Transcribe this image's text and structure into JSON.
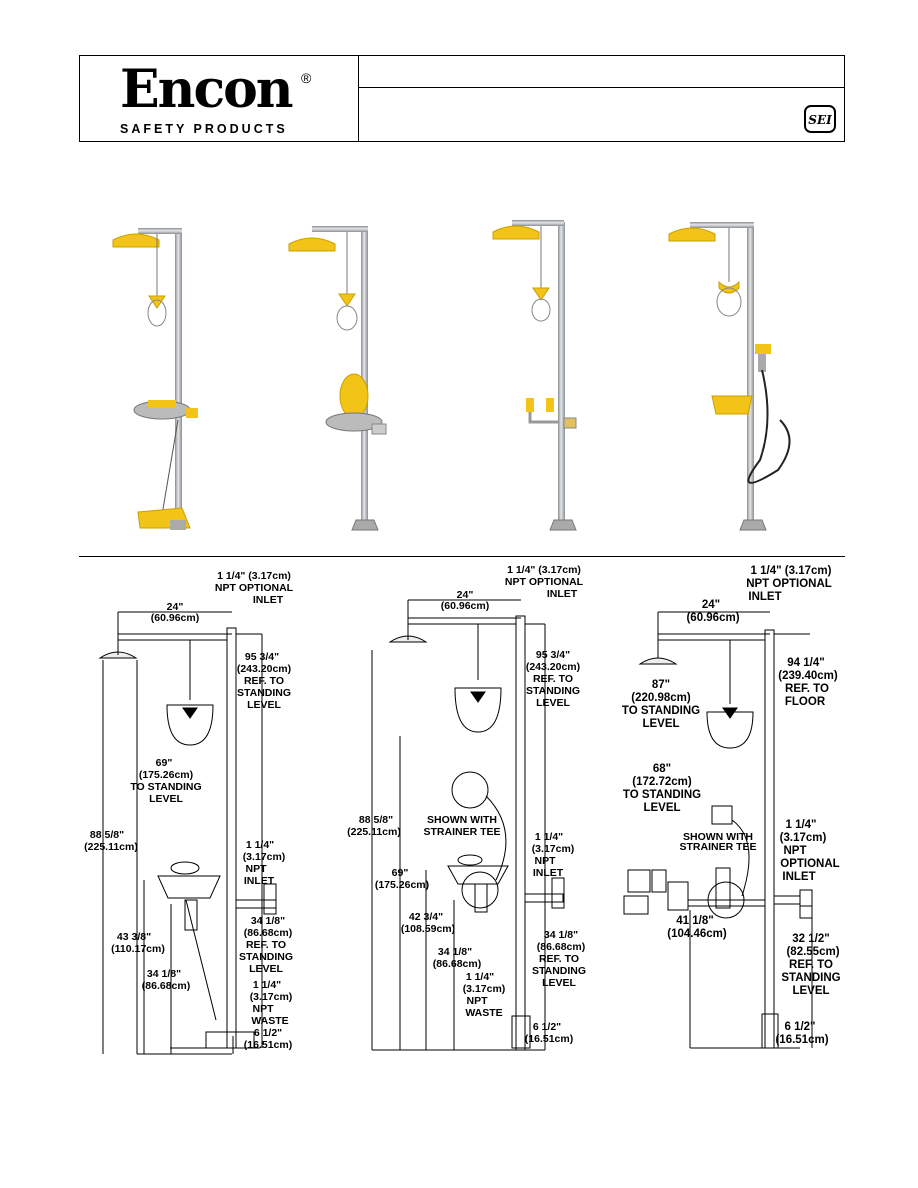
{
  "header": {
    "brand": "Encon",
    "registered": "®",
    "tagline": "SAFETY PRODUCTS",
    "sei_mark": "SEI"
  },
  "colors": {
    "yellow": "#f2c418",
    "steel": "#b8bcc0",
    "line": "#000000"
  },
  "drawing1": {
    "inlet": [
      "1 1/4\" (3.17cm)",
      "NPT OPTIONAL",
      "INLET"
    ],
    "arm": [
      "24\"",
      "(60.96cm)"
    ],
    "height": [
      "95 3/4\"",
      "(243.20cm)",
      "REF. TO",
      "STANDING",
      "LEVEL"
    ],
    "pull": [
      "69\"",
      "(175.26cm)",
      "TO STANDING",
      "LEVEL"
    ],
    "overall": [
      "88 5/8\"",
      "(225.11cm)"
    ],
    "side_inlet": [
      "1 1/4\"",
      "(3.17cm)",
      "NPT",
      "INLET"
    ],
    "bowl": [
      "43 3/8\"",
      "(110.17cm)"
    ],
    "inlet_height": [
      "34 1/8\"",
      "(86.68cm)",
      "REF. TO",
      "STANDING",
      "LEVEL"
    ],
    "bowl_base": [
      "34 1/8\"",
      "(86.68cm)"
    ],
    "waste": [
      "1 1/4\"",
      "(3.17cm)",
      "NPT",
      "WASTE"
    ],
    "base": [
      "6 1/2\"",
      "(16.51cm)"
    ]
  },
  "drawing2": {
    "inlet": [
      "1 1/4\" (3.17cm)",
      "NPT OPTIONAL",
      "INLET"
    ],
    "arm": [
      "24\"",
      "(60.96cm)"
    ],
    "height": [
      "95 3/4\"",
      "(243.20cm)",
      "REF. TO",
      "STANDING",
      "LEVEL"
    ],
    "overall": [
      "88 5/8\"",
      "(225.11cm)"
    ],
    "strainer": [
      "SHOWN WITH",
      "STRAINER TEE"
    ],
    "side_inlet": [
      "1 1/4\"",
      "(3.17cm)",
      "NPT",
      "INLET"
    ],
    "pull": [
      "69\"",
      "(175.26cm)"
    ],
    "bowl": [
      "42 3/4\"",
      "(108.59cm)"
    ],
    "inlet_height": [
      "34 1/8\"",
      "(86.68cm)",
      "REF. TO",
      "STANDING",
      "LEVEL"
    ],
    "bowl_base": [
      "34 1/8\"",
      "(86.68cm)"
    ],
    "waste": [
      "1 1/4\"",
      "(3.17cm)",
      "NPT",
      "WASTE"
    ],
    "base": [
      "6 1/2\"",
      "(16.51cm)"
    ]
  },
  "drawing3": {
    "inlet": [
      "1 1/4\" (3.17cm)",
      "NPT OPTIONAL",
      "INLET"
    ],
    "arm": [
      "24\"",
      "(60.96cm)"
    ],
    "height": [
      "94 1/4\"",
      "(239.40cm)",
      "REF. TO",
      "FLOOR"
    ],
    "head": [
      "87\"",
      "(220.98cm)",
      "TO STANDING",
      "LEVEL"
    ],
    "pull": [
      "68\"",
      "(172.72cm)",
      "TO STANDING",
      "LEVEL"
    ],
    "strainer": [
      "SHOWN WITH",
      "STRAINER TEE"
    ],
    "side_inlet": [
      "1 1/4\"",
      "(3.17cm)",
      "NPT",
      "OPTIONAL",
      "INLET"
    ],
    "bowl": [
      "41 1/8\"",
      "(104.46cm)"
    ],
    "inlet_height": [
      "32 1/2\"",
      "(82.55cm)",
      "REF. TO",
      "STANDING",
      "LEVEL"
    ],
    "base": [
      "6 1/2\"",
      "(16.51cm)"
    ]
  }
}
